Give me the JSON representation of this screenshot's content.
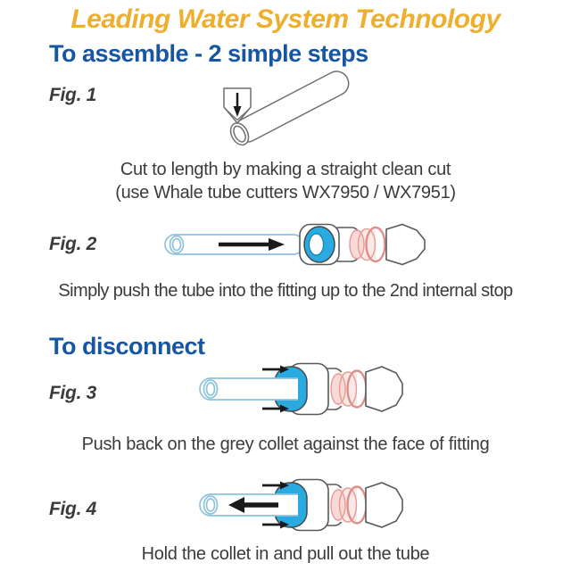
{
  "title": "Leading Water System Technology",
  "assemble": {
    "heading": "To assemble - 2 simple steps",
    "fig1": {
      "label": "Fig. 1",
      "caption_line1": "Cut to length by making a straight clean cut",
      "caption_line2": "(use Whale tube cutters WX7950 / WX7951)"
    },
    "fig2": {
      "label": "Fig. 2",
      "caption": "Simply push the tube into the fitting up to the 2nd internal stop"
    }
  },
  "disconnect": {
    "heading": "To disconnect",
    "fig3": {
      "label": "Fig. 3",
      "caption": "Push back on the grey collet against the face of fitting"
    },
    "fig4": {
      "label": "Fig. 4",
      "caption": "Hold the collet in and pull out the tube"
    }
  },
  "colors": {
    "title_gold": "#EDAF2D",
    "heading_blue": "#1656A4",
    "text_dark": "#3B3B3D",
    "collet_blue": "#29ABE2",
    "tube_outline_blue": "#8FC3DC",
    "seal_pink_outline": "#E49B97",
    "outline_grey": "#58595B"
  }
}
